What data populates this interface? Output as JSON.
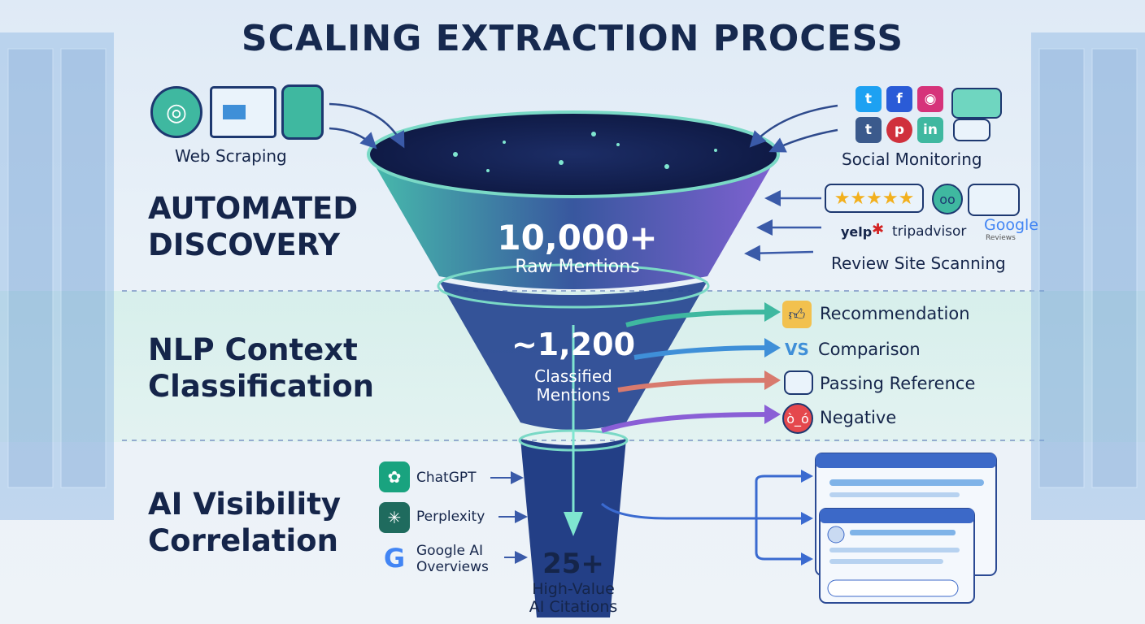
{
  "title": "SCALING EXTRACTION PROCESS",
  "stages": {
    "discovery": "AUTOMATED\nDISCOVERY",
    "nlp": "NLP Context\nClassification",
    "ai": "AI Visibility\nCorrelation"
  },
  "sources": {
    "web": "Web Scraping",
    "social": "Social Monitoring",
    "review": "Review Site Scanning",
    "review_brands": [
      "yelp",
      "tripadvisor",
      "Google",
      "Reviews"
    ]
  },
  "funnel": {
    "top_number": "10,000+",
    "top_label": "Raw Mentions",
    "mid_number": "~1,200",
    "mid_label": "Classified\nMentions",
    "bottom_number": "25+",
    "bottom_label": "High-Value\nAI Citations"
  },
  "contexts": [
    "Recommendation",
    "Comparison",
    "Passing Reference",
    "Negative"
  ],
  "context_colors": [
    "#3fb8a0",
    "#3f8fd8",
    "#d87a6e",
    "#8a5fd6"
  ],
  "ai_sources": [
    "ChatGPT",
    "Perplexity",
    "Google AI\nOverviews"
  ],
  "icons": {
    "social": [
      "twitter-icon",
      "facebook-icon",
      "instagram-icon",
      "tumblr-icon",
      "pinterest-icon",
      "flickr-icon"
    ],
    "stars": "★★★★★"
  }
}
